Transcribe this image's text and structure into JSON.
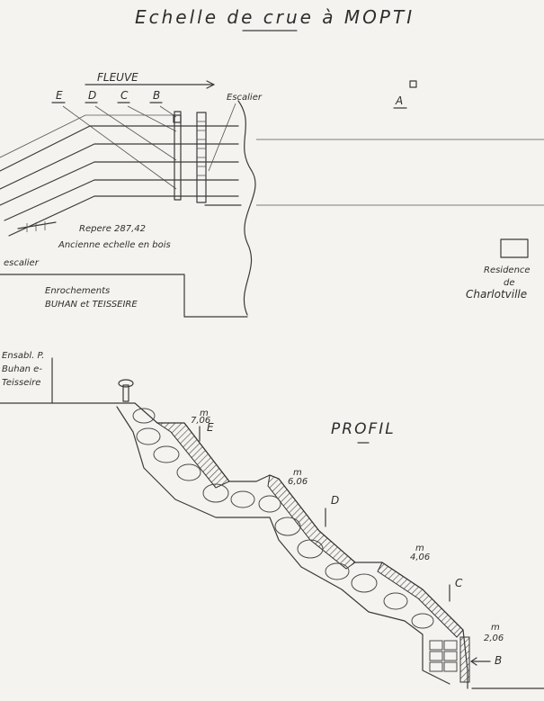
{
  "title": "Echelle de crue à MOPTI",
  "plan": {
    "fleuve_label": "FLEUVE",
    "markers": [
      "E",
      "D",
      "C",
      "B"
    ],
    "escalier_label": "Escalier",
    "point_a_label": "A",
    "repere_label": "Repere 287,42",
    "ancienne_echelle_label": "Ancienne echelle en bois",
    "escalier_left_label": "escalier",
    "enrochement_label_1": "Enrochements",
    "enrochement_label_2": "BUHAN et TEISSEIRE",
    "residence_label_1": "Residence",
    "residence_label_2": "de",
    "residence_label_3": "Charlotville"
  },
  "profile": {
    "title": "PROFIL",
    "left_note_1": "Ensabl. P.",
    "left_note_2": "Buhan e-",
    "left_note_3": "Teisseire",
    "levels": [
      {
        "marker": "E",
        "value": "7,06"
      },
      {
        "marker": "D",
        "value": "6,06"
      },
      {
        "marker": "C",
        "value": "4,06"
      },
      {
        "marker": "B",
        "value": "2,06"
      }
    ],
    "unit": "m"
  }
}
